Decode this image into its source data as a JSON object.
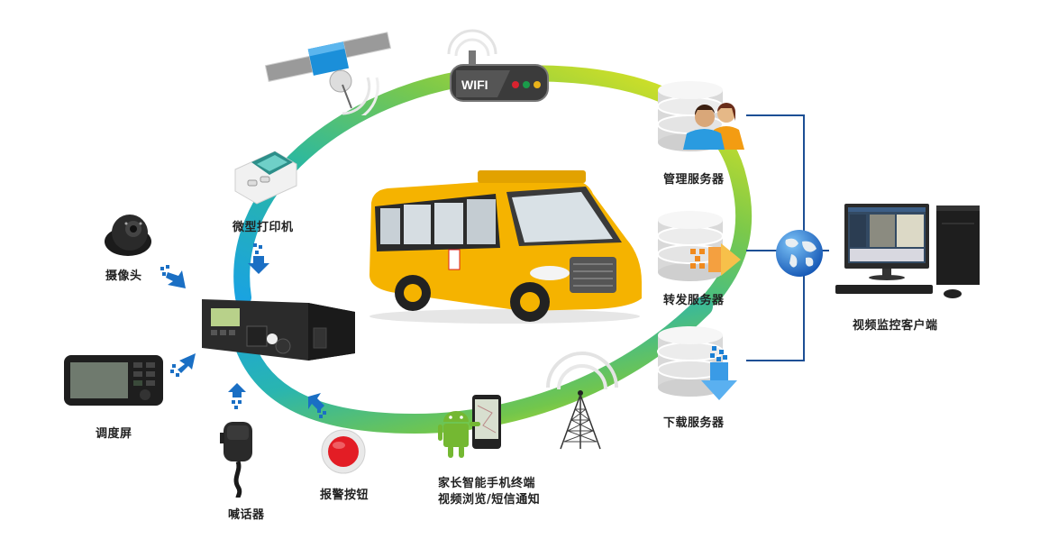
{
  "diagram": {
    "type": "school-bus-video-monitoring-system",
    "colors": {
      "ring_blue": "#1aa3e0",
      "ring_teal": "#2bb8a0",
      "ring_green": "#7cc94a",
      "ring_yellow": "#e8e41a",
      "ring_light_yellow": "#f5ef3a",
      "link_line": "#1c4f95",
      "bus_yellow": "#f5b300",
      "alarm_red": "#e31d25",
      "arrow_blue": "#1a6fc4"
    },
    "center": {
      "name": "school-bus",
      "icon": "bus-icon"
    },
    "devices": {
      "satellite": {
        "icon": "satellite-icon"
      },
      "wifi": {
        "icon": "wifi-router-icon",
        "text": "WIFI"
      },
      "tower": {
        "icon": "cell-tower-icon"
      },
      "mdvr": {
        "icon": "vehicle-dvr-icon"
      },
      "printer": {
        "label": "微型打印机",
        "icon": "printer-icon"
      },
      "camera": {
        "label": "摄像头",
        "icon": "dome-camera-icon"
      },
      "screen": {
        "label": "调度屏",
        "icon": "dispatch-screen-icon"
      },
      "microphone": {
        "label": "喊话器",
        "icon": "microphone-icon"
      },
      "alarm": {
        "label": "报警按钮",
        "icon": "alarm-button-icon"
      },
      "phone": {
        "label_line1": "家长智能手机终端",
        "label_line2": "视频浏览/短信通知",
        "icon": "smartphone-icon"
      }
    },
    "servers": [
      {
        "label": "管理服务器",
        "icon": "management-server-icon"
      },
      {
        "label": "转发服务器",
        "icon": "forwarding-server-icon"
      },
      {
        "label": "下载服务器",
        "icon": "download-server-icon"
      }
    ],
    "internet": {
      "icon": "globe-icon"
    },
    "client": {
      "label": "视频监控客户端",
      "icon": "desktop-computer-icon"
    }
  }
}
